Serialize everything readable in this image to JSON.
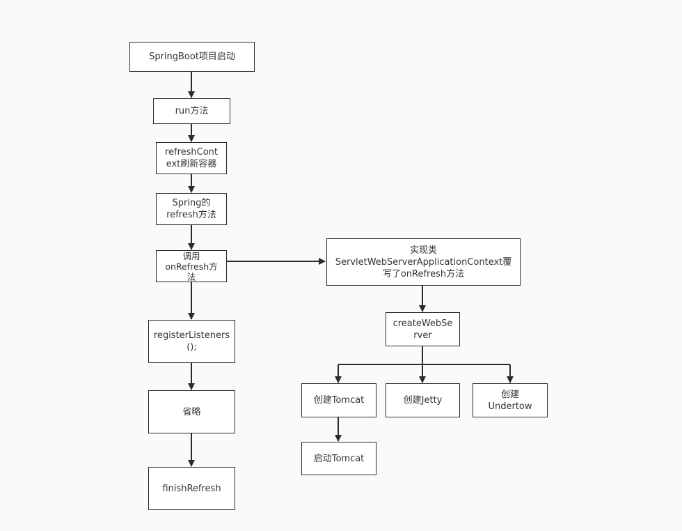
{
  "nodes": {
    "springboot_start": "SpringBoot项目启动",
    "run_method": "run方法",
    "refresh_context": "refreshCont\next刷新容器",
    "spring_refresh": "Spring的\nrefresh方法",
    "call_onrefresh": "调用\nonRefresh方\n法",
    "registerlisteners": "registerListeners\n();",
    "omitted": "省略",
    "finishrefresh": "finishRefresh",
    "impl_class": "实现类\nServletWebServerApplicationContext覆\n写了onRefresh方法",
    "createwebserver": "createWebSe\nrver",
    "create_tomcat": "创建Tomcat",
    "create_jetty": "创建Jetty",
    "create_undertow": "创建\nUndertow",
    "start_tomcat": "启动Tomcat"
  },
  "colors": {
    "line": "#2b2b2b",
    "text": "#333333",
    "background": "#fafafa"
  }
}
